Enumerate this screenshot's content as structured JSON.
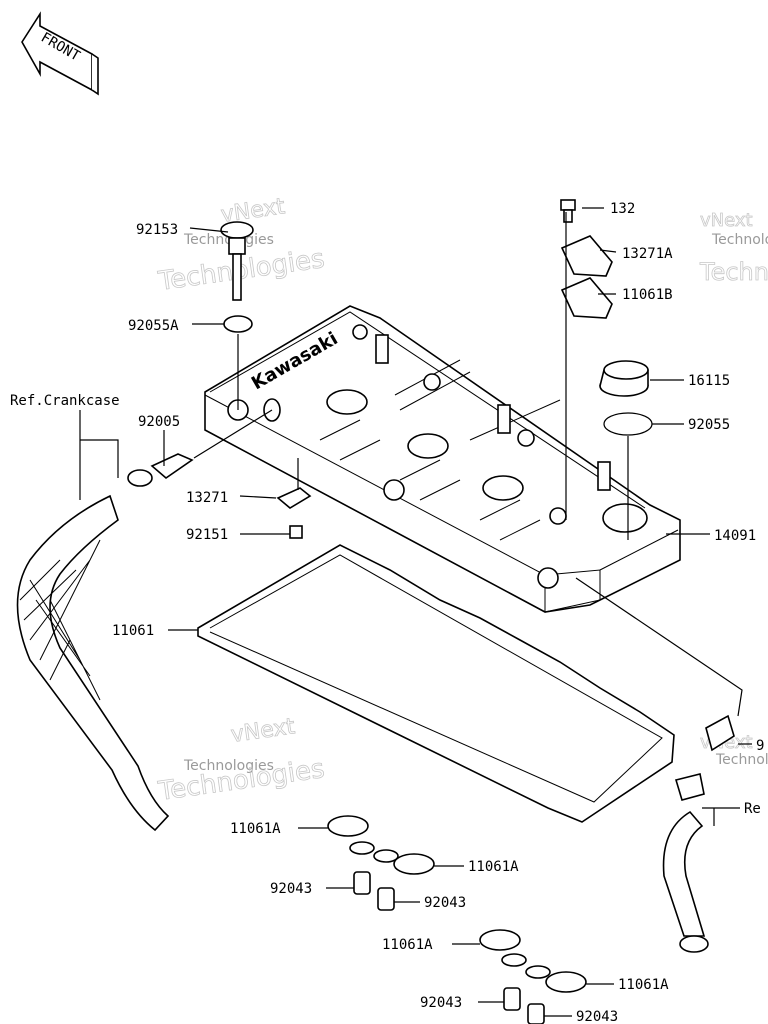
{
  "front_badge": "FRONT",
  "watermark": {
    "line1": "vNext",
    "line2": "Technologies"
  },
  "references": {
    "crankcase": "Ref.Crankcase",
    "right": "Re"
  },
  "parts": {
    "p92153": "92153",
    "p132": "132",
    "p13271A": "13271A",
    "p11061B": "11061B",
    "p92055A": "92055A",
    "p16115": "16115",
    "p92005": "92005",
    "p92055": "92055",
    "p13271": "13271",
    "p92151": "92151",
    "p14091": "14091",
    "p11061": "11061",
    "p9_partial": "9",
    "p11061A_1": "11061A",
    "p11061A_2": "11061A",
    "p92043_1": "92043",
    "p92043_2": "92043",
    "p11061A_3": "11061A",
    "p11061A_4": "11061A",
    "p92043_3": "92043",
    "p92043_4": "92043"
  },
  "cover_brand": "Kawasaki"
}
